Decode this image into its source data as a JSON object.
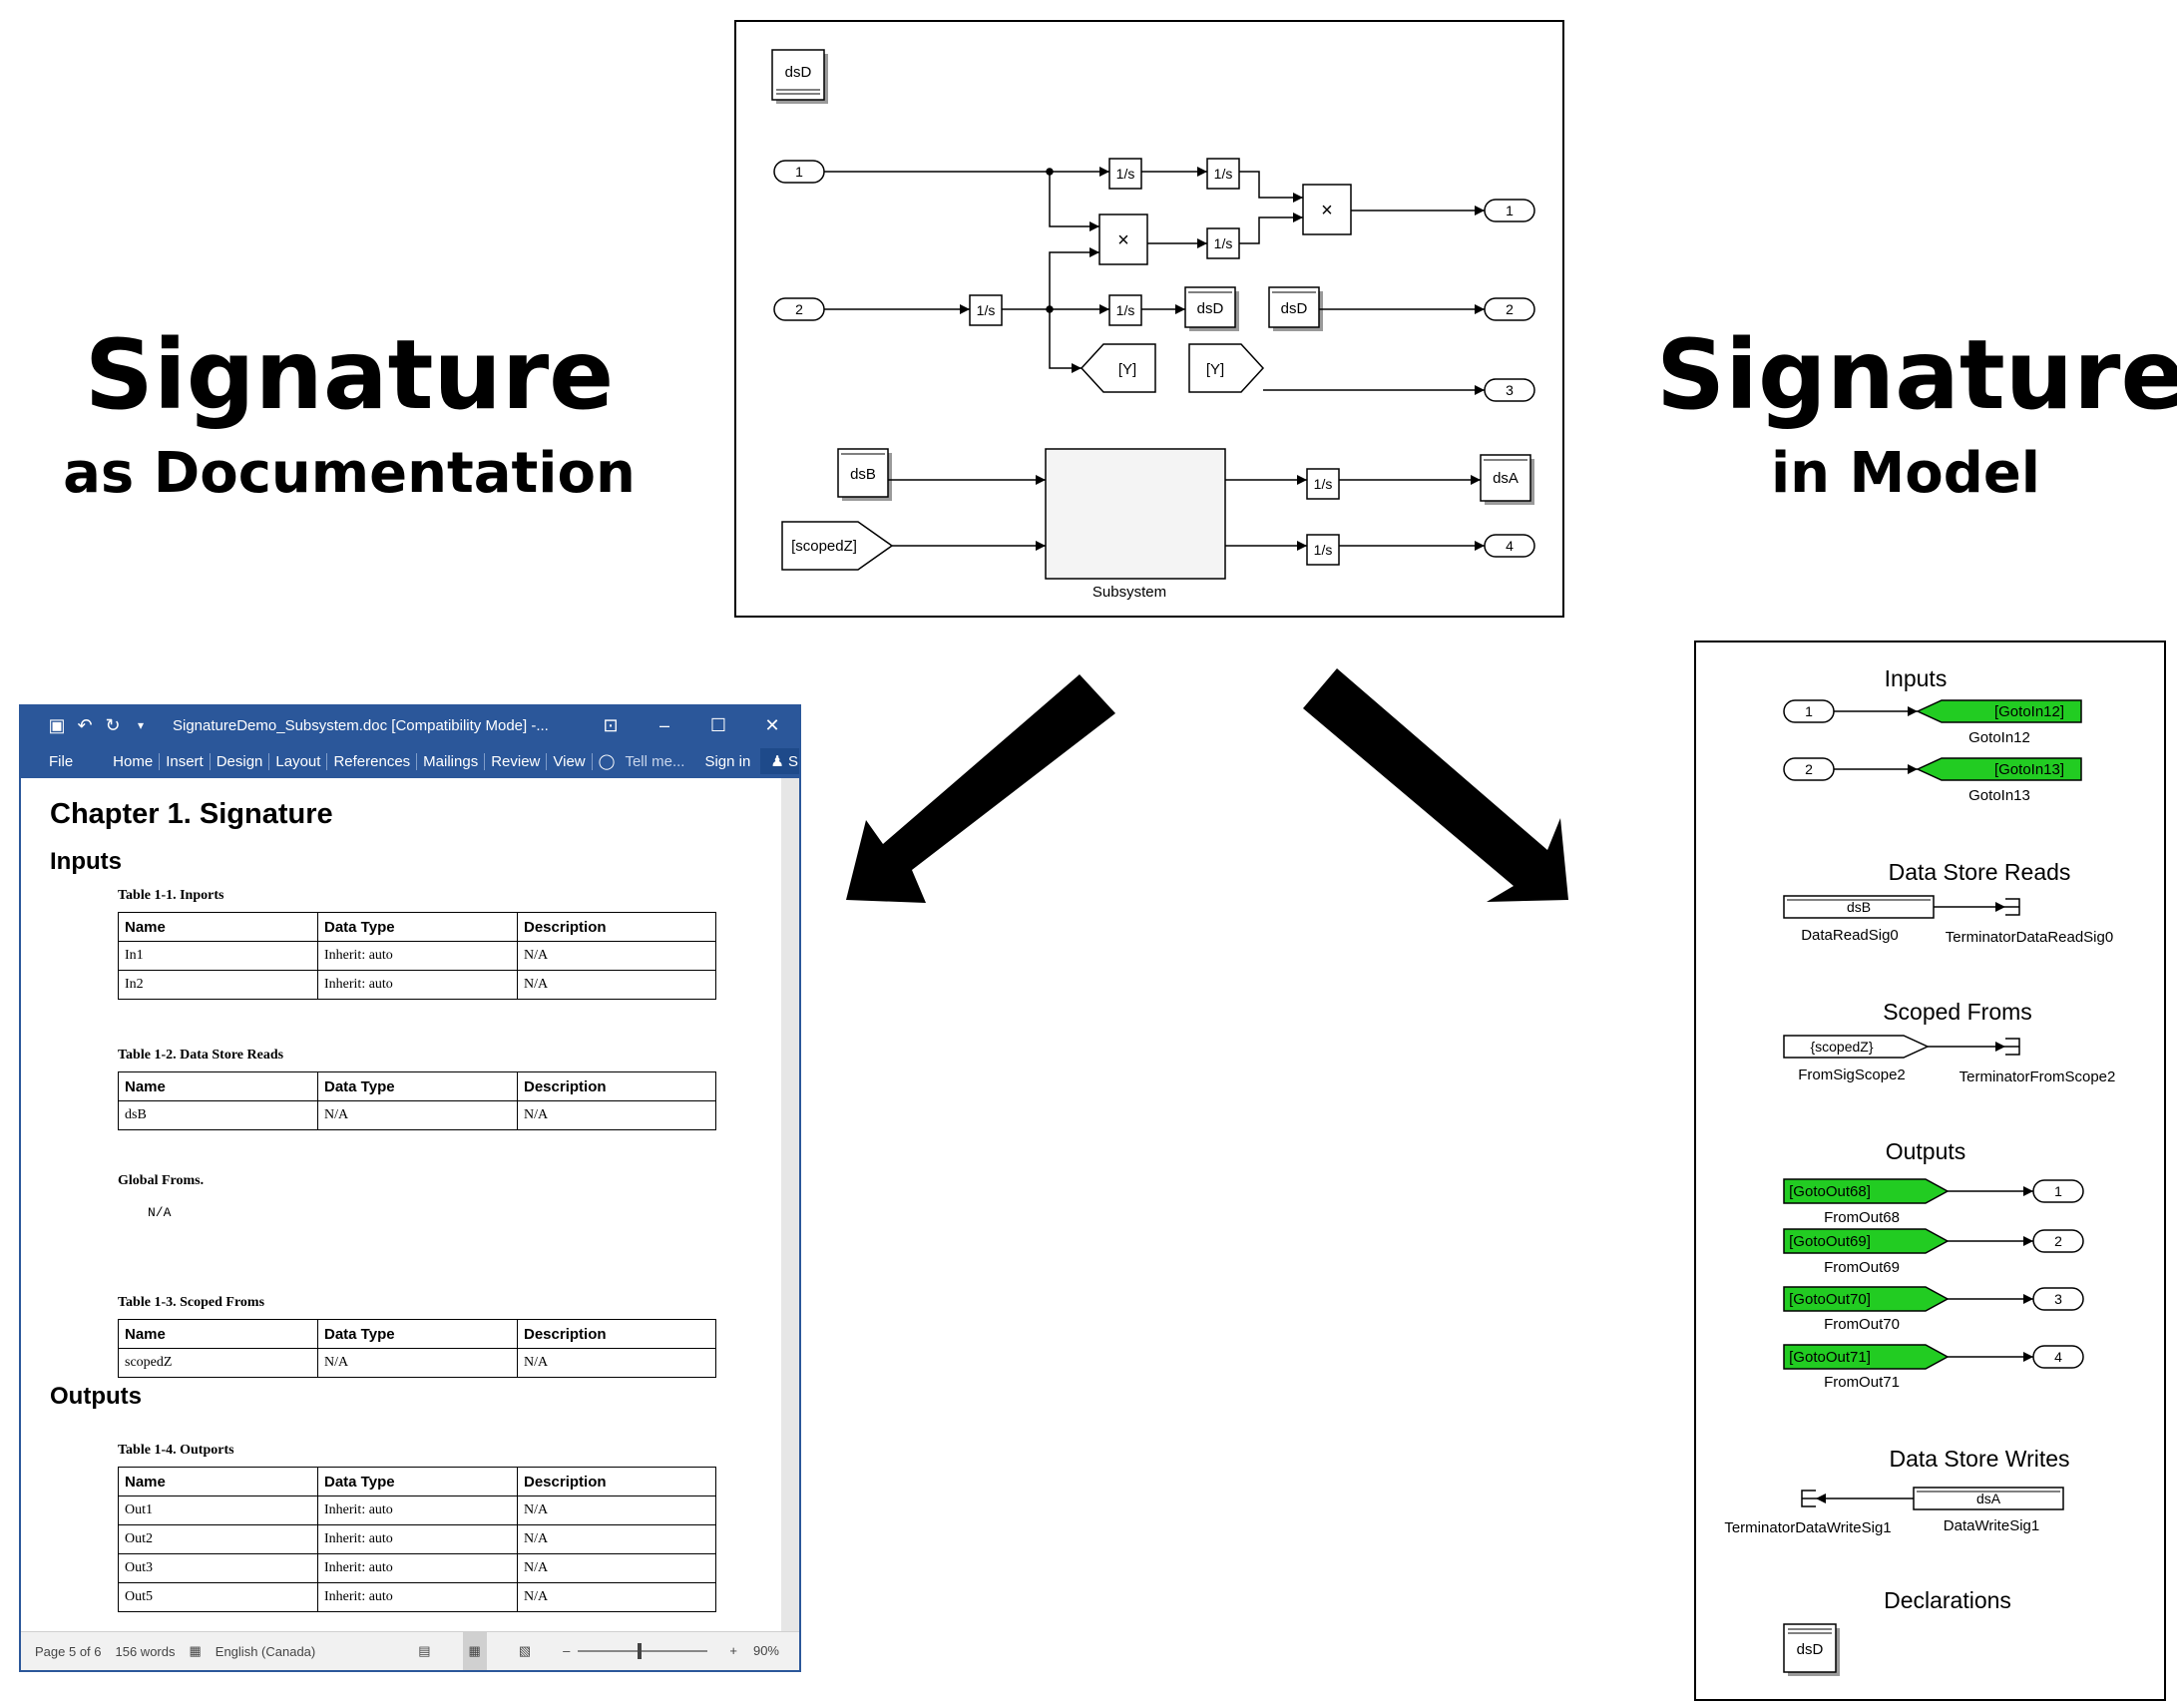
{
  "headlines": {
    "doc": {
      "big": "Signature",
      "small": "as Documentation"
    },
    "model": {
      "big": "Signature",
      "small": "in Model"
    }
  },
  "top_model": {
    "ds_memory": "dsD",
    "inport_1": "1",
    "inport_2": "2",
    "integrator": "1/s",
    "product": "×",
    "ds_write": "dsD",
    "ds_read": "dsD",
    "goto_tag": "[Y]",
    "from_tag": "[Y]",
    "ds_read_b": "dsB",
    "from_scoped": "[scopedZ]",
    "subsystem_label": "Subsystem",
    "ds_write_a": "dsA",
    "outport_1": "1",
    "outport_2": "2",
    "outport_3": "3",
    "outport_4": "4"
  },
  "word": {
    "title": "SignatureDemo_Subsystem.doc [Compatibility Mode] -...",
    "window_buttons": {
      "restore_ribbon": "⊡",
      "minimize": "–",
      "maximize": "☐",
      "close": "✕"
    },
    "ribbon": {
      "file": "File",
      "tabs": [
        "Home",
        "Insert",
        "Design",
        "Layout",
        "References",
        "Mailings",
        "Review",
        "View"
      ],
      "tell_me": "Tell me...",
      "sign_in": "Sign in",
      "share": "Share"
    },
    "chapter": "Chapter 1. Signature",
    "inputs_heading": "Inputs",
    "outputs_heading": "Outputs",
    "table_header": [
      "Name",
      "Data Type",
      "Description"
    ],
    "table_inports": {
      "caption": "Table 1-1. Inports",
      "rows": [
        [
          "In1",
          "Inherit: auto",
          "N/A"
        ],
        [
          "In2",
          "Inherit: auto",
          "N/A"
        ]
      ]
    },
    "table_dsreads": {
      "caption": "Table 1-2. Data Store Reads",
      "rows": [
        [
          "dsB",
          "N/A",
          "N/A"
        ]
      ]
    },
    "global_froms": {
      "caption": "Global Froms.",
      "value": "N/A"
    },
    "table_scoped": {
      "caption": "Table 1-3. Scoped Froms",
      "rows": [
        [
          "scopedZ",
          "N/A",
          "N/A"
        ]
      ]
    },
    "table_outports": {
      "caption": "Table 1-4. Outports",
      "rows": [
        [
          "Out1",
          "Inherit: auto",
          "N/A"
        ],
        [
          "Out2",
          "Inherit: auto",
          "N/A"
        ],
        [
          "Out3",
          "Inherit: auto",
          "N/A"
        ],
        [
          "Out5",
          "Inherit: auto",
          "N/A"
        ]
      ]
    },
    "status": {
      "page": "Page 5 of 6",
      "words": "156 words",
      "language": "English (Canada)",
      "zoom": "90%"
    }
  },
  "signature_model": {
    "inputs_title": "Inputs",
    "inport_1": "1",
    "inport_2": "2",
    "goto_in_1": "[GotoIn12]",
    "goto_in_1_name": "GotoIn12",
    "goto_in_2": "[GotoIn13]",
    "goto_in_2_name": "GotoIn13",
    "dsr_title": "Data Store Reads",
    "dsr_block": "dsB",
    "dsr_name": "DataReadSig0",
    "dsr_term_name": "TerminatorDataReadSig0",
    "scoped_title": "Scoped Froms",
    "scoped_block": "{scopedZ}",
    "scoped_name": "FromSigScope2",
    "scoped_term_name": "TerminatorFromScope2",
    "outputs_title": "Outputs",
    "outputs": [
      {
        "tag": "[GotoOut68]",
        "name": "FromOut68",
        "port": "1"
      },
      {
        "tag": "[GotoOut69]",
        "name": "FromOut69",
        "port": "2"
      },
      {
        "tag": "[GotoOut70]",
        "name": "FromOut70",
        "port": "3"
      },
      {
        "tag": "[GotoOut71]",
        "name": "FromOut71",
        "port": "4"
      }
    ],
    "dsw_title": "Data Store Writes",
    "dsw_block": "dsA",
    "dsw_name": "DataWriteSig1",
    "dsw_term_name": "TerminatorDataWriteSig1",
    "decl_title": "Declarations",
    "decl_block": "dsD"
  },
  "colors": {
    "word_blue": "#2b579a",
    "goto_green": "#22cc22",
    "block_shadow": "#9a9a9a"
  }
}
